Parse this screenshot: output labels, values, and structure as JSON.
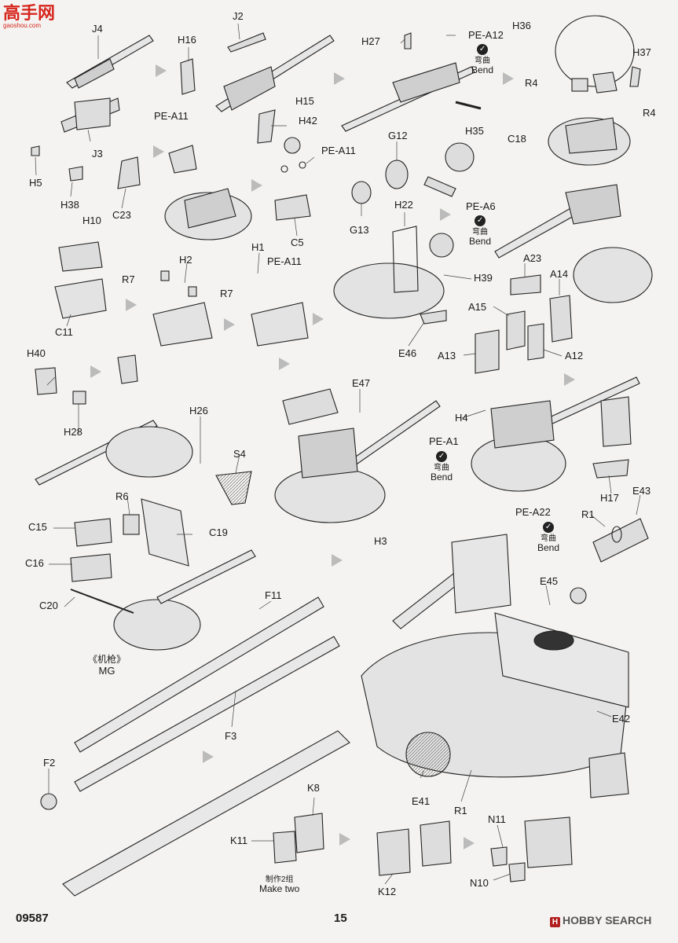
{
  "watermark": {
    "site_mark": "高手网",
    "site_url": "gaoshou.com"
  },
  "footer": {
    "kit_number": "09587",
    "page_number": "15",
    "brand": "HOBBY SEARCH",
    "brand_logo": "H"
  },
  "bend": {
    "zh": "弯曲",
    "en": "Bend"
  },
  "make_two": {
    "zh": "制作2组",
    "en": "Make two"
  },
  "mg": {
    "zh": "《机枪》",
    "en": "MG"
  },
  "parts": {
    "J4": "J4",
    "J2": "J2",
    "H16": "H16",
    "H27": "H27",
    "PEA12": "PE-A12",
    "H36": "H36",
    "H37": "H37",
    "R4a": "R4",
    "R4b": "R4",
    "PEA11a": "PE-A11",
    "H15": "H15",
    "H42": "H42",
    "H35": "H35",
    "C18": "C18",
    "J3": "J3",
    "H5": "H5",
    "H38": "H38",
    "C23": "C23",
    "G12": "G12",
    "PEA11b": "PE-A11",
    "C5": "C5",
    "G13": "G13",
    "PEA6": "PE-A6",
    "H10": "H10",
    "H22": "H22",
    "H1": "H1",
    "PEA11c": "PE-A11",
    "H2": "H2",
    "R7a": "R7",
    "R7b": "R7",
    "A23": "A23",
    "A14": "A14",
    "H39": "H39",
    "C11": "C11",
    "A15": "A15",
    "E46": "E46",
    "A13": "A13",
    "A12": "A12",
    "H40": "H40",
    "E47": "E47",
    "H28": "H28",
    "H26": "H26",
    "H4": "H4",
    "PEA1": "PE-A1",
    "S4": "S4",
    "H17": "H17",
    "E43": "E43",
    "R6": "R6",
    "C15": "C15",
    "C19": "C19",
    "H3": "H3",
    "PEA22": "PE-A22",
    "R1a": "R1",
    "C16": "C16",
    "E45": "E45",
    "C20": "C20",
    "F11": "F11",
    "E42": "E42",
    "F3": "F3",
    "F2": "F2",
    "E41": "E41",
    "R1b": "R1",
    "K8": "K8",
    "K11": "K11",
    "N11": "N11",
    "K12": "K12",
    "N10": "N10"
  }
}
